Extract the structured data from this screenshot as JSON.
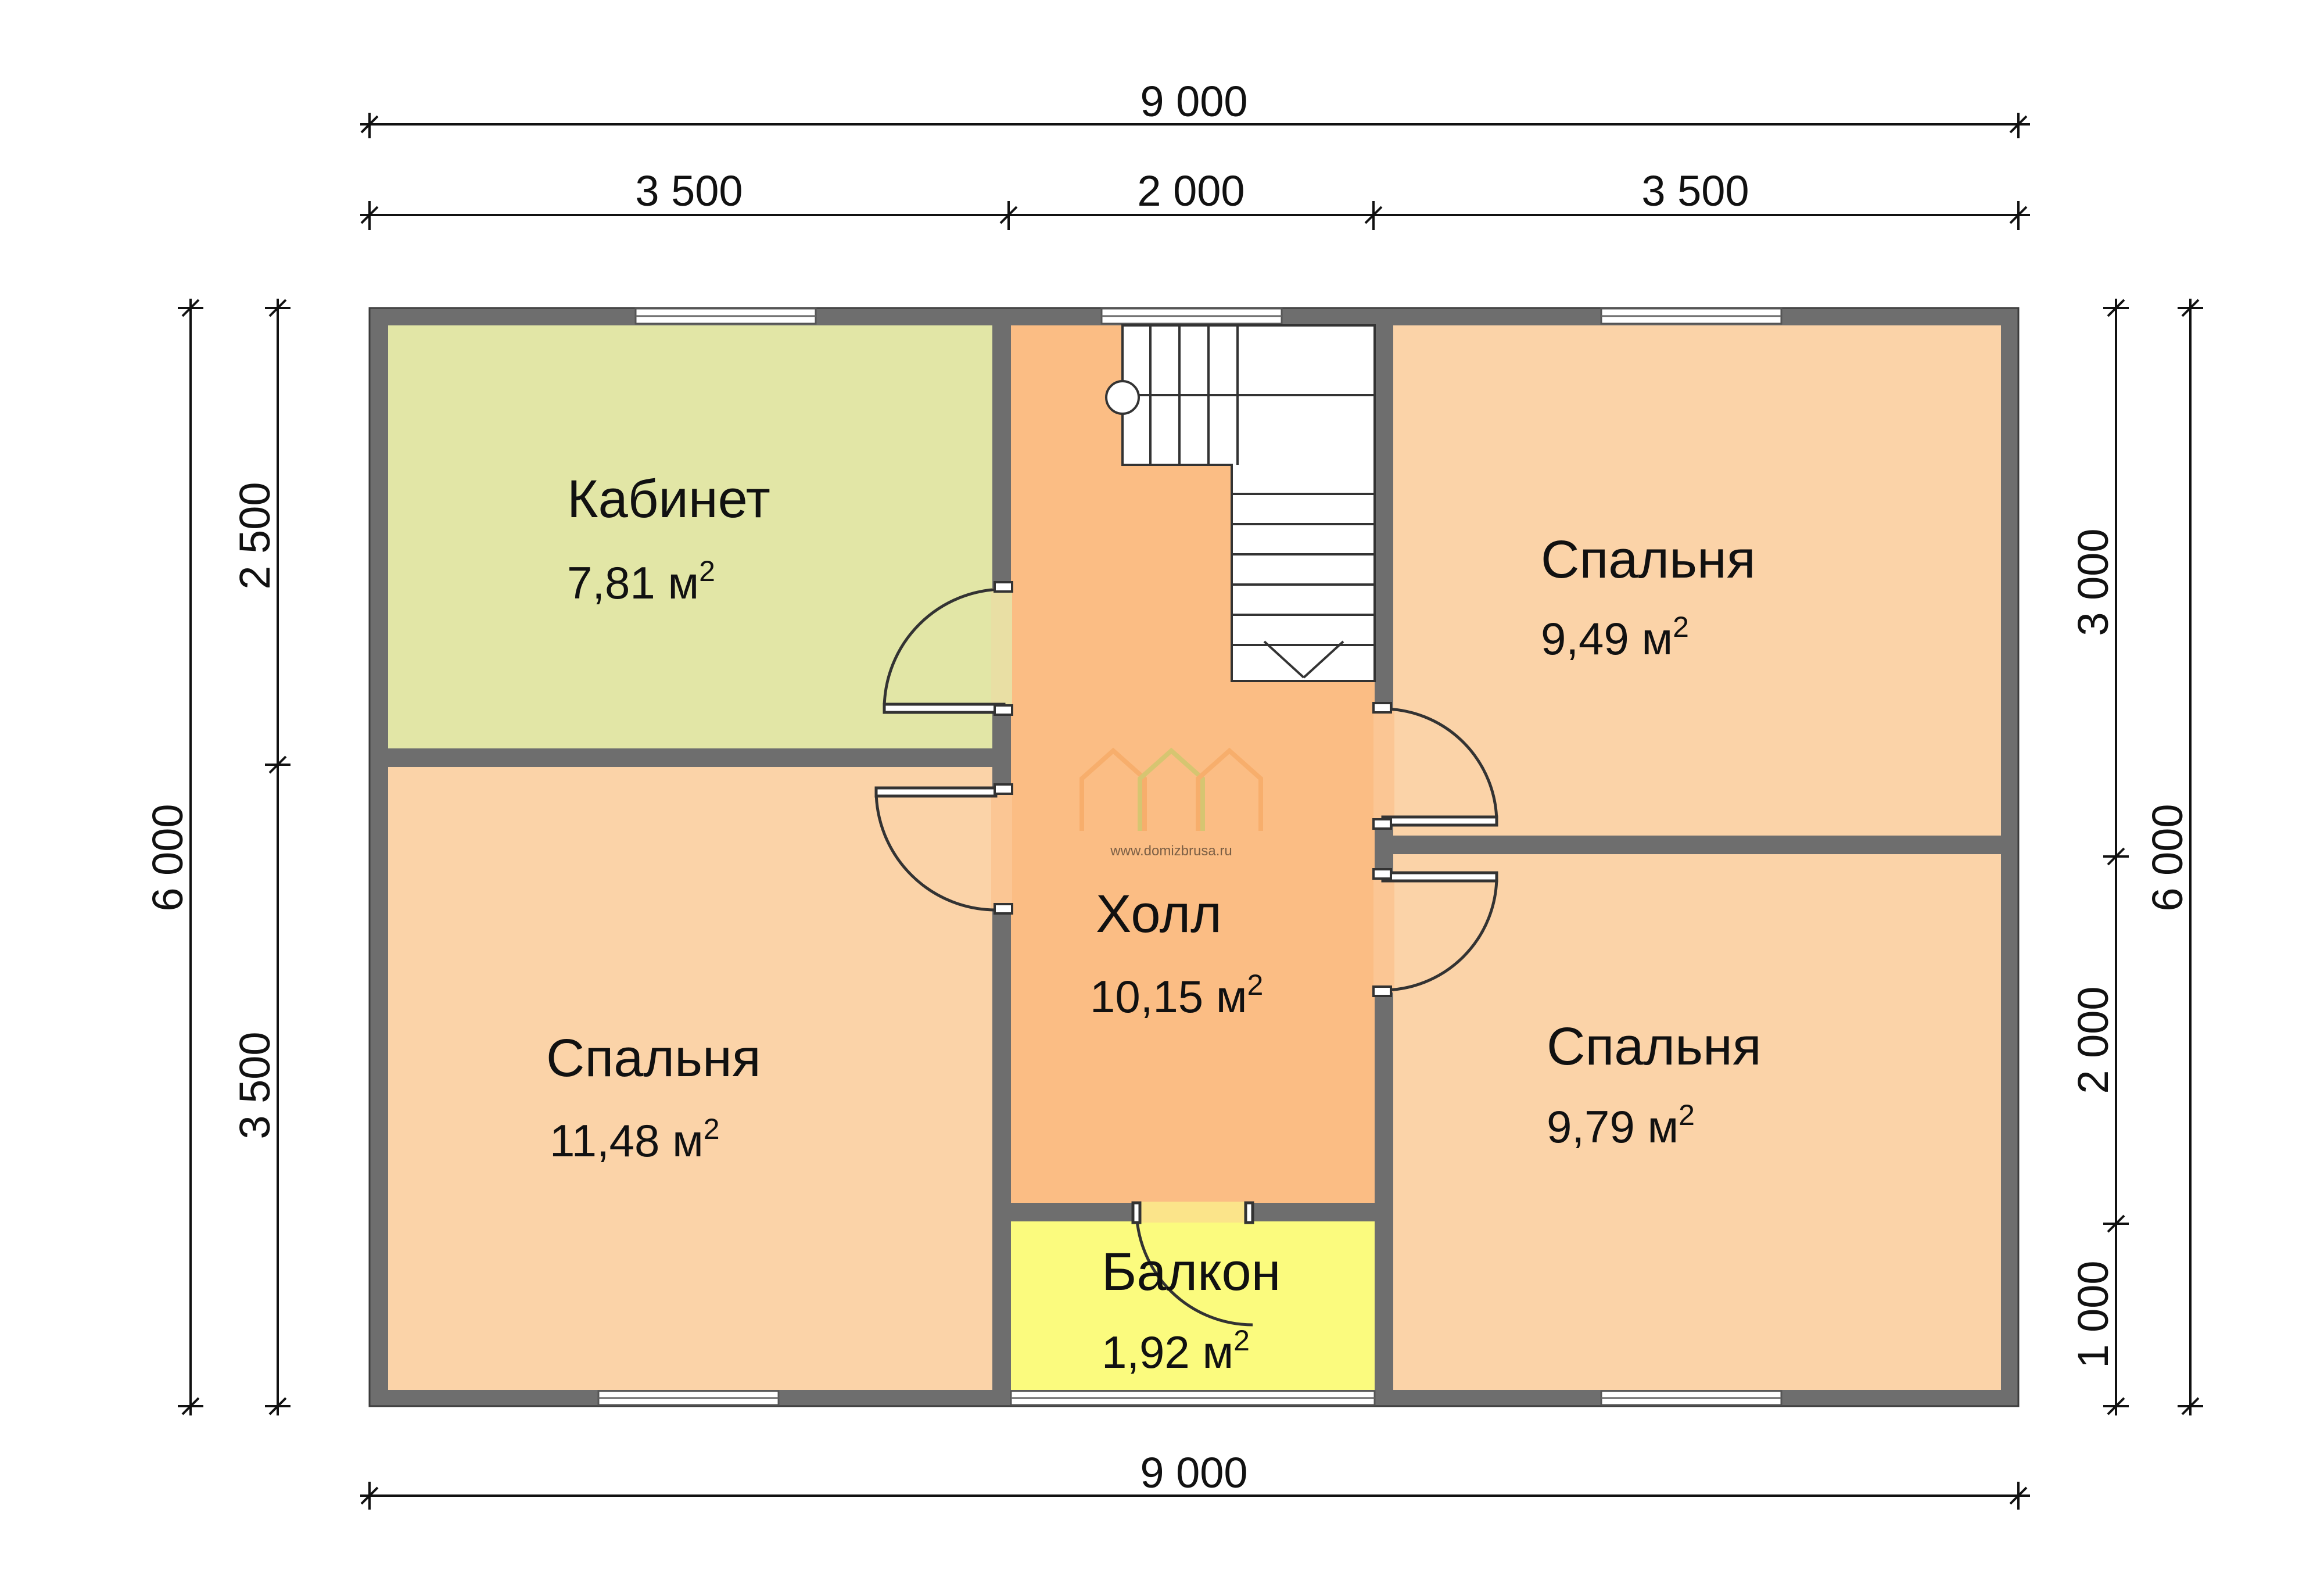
{
  "dimensions": {
    "top_total": "9 000",
    "top_left": "3 500",
    "top_middle": "2 000",
    "top_right": "3 500",
    "bottom_total": "9 000",
    "left_total": "6 000",
    "left_upper": "2 500",
    "left_lower": "3 500",
    "right_total": "6 000",
    "right_upper": "3 000",
    "right_middle": "2 000",
    "right_lower": "1 000"
  },
  "rooms": {
    "office": {
      "name": "Кабинет",
      "area": "7,81 м",
      "sup": "2",
      "color": "#e2e6a6"
    },
    "bedroom_left": {
      "name": "Спальня",
      "area": "11,48 м",
      "sup": "2",
      "color": "#fbd3a8"
    },
    "hall": {
      "name": "Холл",
      "area": "10,15 м",
      "sup": "2",
      "color": "#fbbd84"
    },
    "bedroom_top_right": {
      "name": "Спальня",
      "area": "9,49 м",
      "sup": "2",
      "color": "#fbd3a8"
    },
    "bedroom_bottom_right": {
      "name": "Спальня",
      "area": "9,79 м",
      "sup": "2",
      "color": "#fbd3a8"
    },
    "balcony": {
      "name": "Балкон",
      "area": "1,92 м",
      "sup": "2",
      "color": "#fbfb7e"
    }
  },
  "watermark": {
    "url": "www.domizbrusa.ru"
  },
  "colors": {
    "wall": "#6e6e6e",
    "logo_orange": "#f4a259",
    "logo_green": "#b9cd62"
  }
}
